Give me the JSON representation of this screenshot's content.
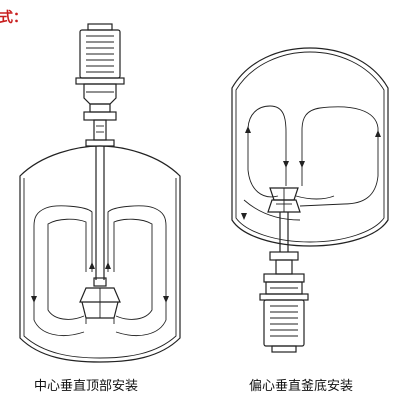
{
  "header": {
    "text": "式："
  },
  "diagrams": [
    {
      "caption": "中心垂直顶部安装"
    },
    {
      "caption": "偏心垂直釜底安装"
    }
  ],
  "colors": {
    "header": "#c81e1e",
    "line": "#222222",
    "background": "#ffffff"
  }
}
